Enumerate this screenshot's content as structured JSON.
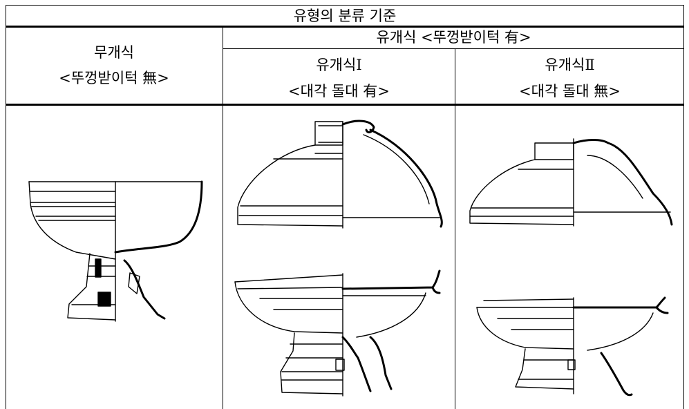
{
  "table": {
    "title": "유형의 분류 기준",
    "col_plain": {
      "name": "무개식",
      "note": "<뚜껑받이턱 無>"
    },
    "col_lidded": {
      "name": "유개식 <뚜껑받이턱 有>",
      "sub1": {
        "name": "유개식Ⅰ",
        "note": "<대각 돌대 有>"
      },
      "sub2": {
        "name": "유개식Ⅱ",
        "note": "<대각 돌대 無>"
      }
    }
  },
  "drawings": [
    {
      "name": "plain-footed-cup-drawing",
      "icon": "footed-cup-icon"
    },
    {
      "name": "type1-lid-drawing",
      "icon": "lid-icon"
    },
    {
      "name": "type1-footed-cup-drawing",
      "icon": "footed-cup-icon"
    },
    {
      "name": "type2-lid-drawing",
      "icon": "lid-icon"
    },
    {
      "name": "type2-footed-cup-drawing",
      "icon": "footed-cup-icon"
    }
  ]
}
